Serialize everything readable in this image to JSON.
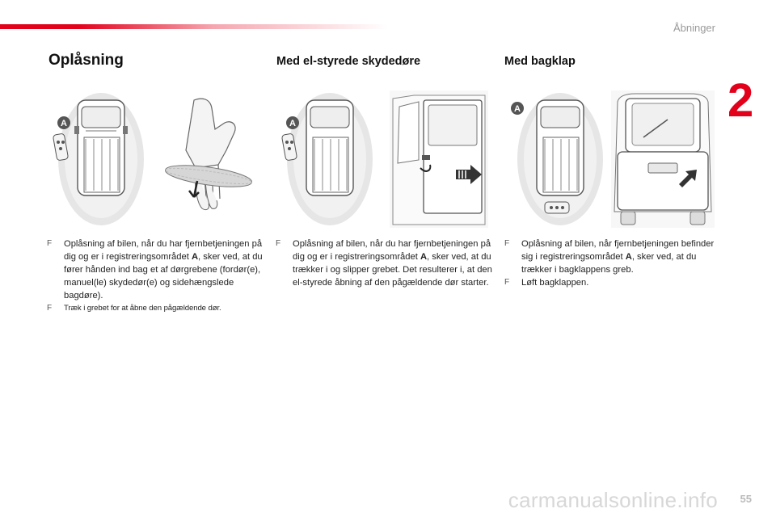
{
  "header": {
    "section_name": "Åbninger",
    "chapter_number": "2",
    "accent_color": "#e3001b"
  },
  "columns": [
    {
      "title": "Oplåsning",
      "items": [
        {
          "before": "Oplåsning af bilen, når du har fjernbetjeningen på dig og er i registreringsområdet ",
          "bold": "A",
          "after": ", sker ved, at du fører hånden ind bag et af dørgrebene (fordør(e), manuel(le) skydedør(e) og sidehængslede bagdøre)."
        },
        {
          "before": "Træk i grebet for at åbne den pågældende dør.",
          "bold": "",
          "after": ""
        }
      ]
    },
    {
      "title": "Med el-styrede skydedøre",
      "items": [
        {
          "before": "Oplåsning af bilen, når du har fjernbetjeningen på dig og er i registreringsområdet ",
          "bold": "A",
          "after": ", sker ved, at du trækker i og slipper grebet. Det resulterer i, at den el-styrede åbning af den pågældende dør starter."
        }
      ]
    },
    {
      "title": "Med bagklap",
      "items": [
        {
          "before": "Oplåsning af bilen, når fjernbetjeningen befinder sig i registreringsområdet ",
          "bold": "A",
          "after": ", sker ved, at du trækker i bagklappens greb."
        },
        {
          "before": "Løft bagklappen.",
          "bold": "",
          "after": ""
        }
      ]
    }
  ],
  "figure_labels": {
    "zone_label": "A"
  },
  "bullet_glyph": "F",
  "footer": {
    "page_number": "55",
    "watermark": "carmanualsonline.info"
  }
}
